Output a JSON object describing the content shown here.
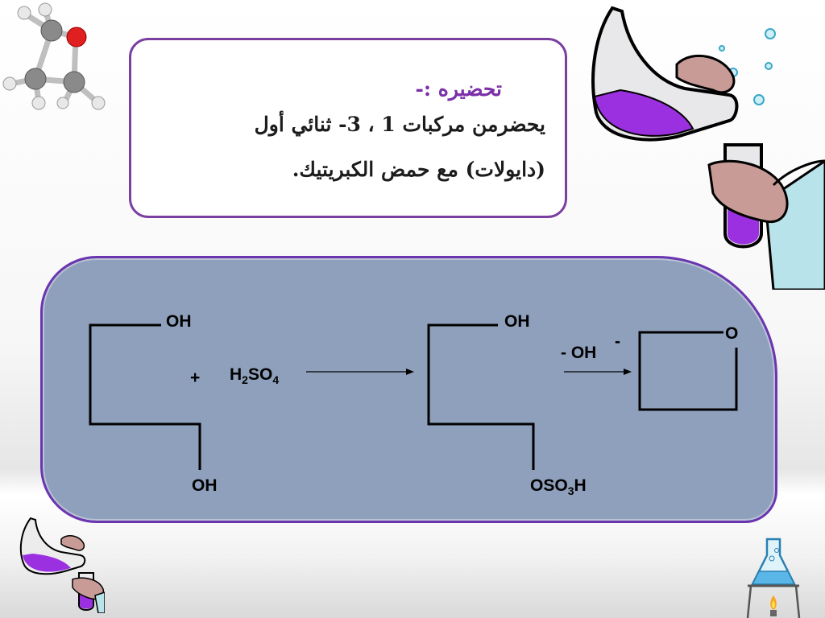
{
  "slide": {
    "title": "تحضيره :-",
    "line1": "يحضرمن مركبات 1 ، 3- ثنائي أول",
    "line2": "(دايولات) مع حمض الكبريتيك."
  },
  "reaction": {
    "reactant_top_group": "OH",
    "reactant_bottom_group": "OH",
    "plus": "+",
    "reagent": {
      "main": "H",
      "sub1": "2",
      "mid": "SO",
      "sub2": "4"
    },
    "intermediate_top_group": "OH",
    "intermediate_bottom_group": {
      "main": "OSO",
      "sub": "3",
      "end": "H"
    },
    "elimination": "- OH",
    "elimination_charge": "-",
    "product_atom": "O"
  },
  "icons": {
    "molecule": "oxetane-molecule-icon",
    "scientist": "scientist-pouring-flask-icon",
    "small_scientist": "small-scientist-flask-icon",
    "burner": "bunsen-burner-flask-icon"
  },
  "colors": {
    "accent_purple": "#7b2fa8",
    "panel_fill": "#8ea0bb",
    "panel_border": "#6b35b0",
    "liquid": "#9b30e0"
  }
}
